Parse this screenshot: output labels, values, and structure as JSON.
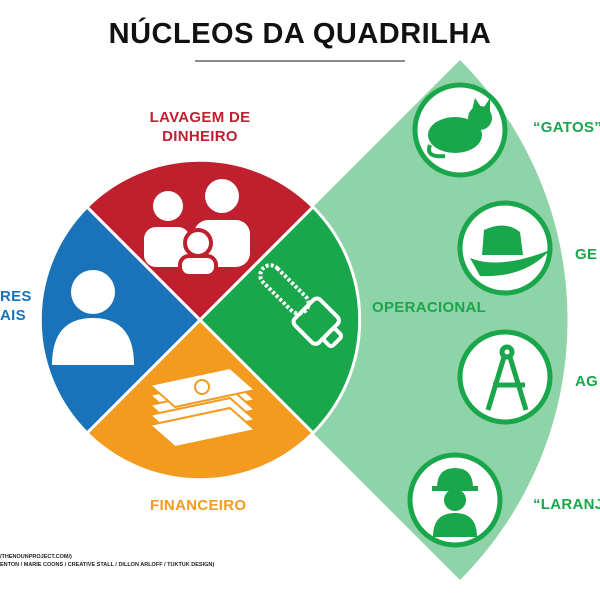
{
  "title": "NÚCLEOS DA QUADRILHA",
  "nuclei": {
    "lavagem": {
      "line1": "LAVAGEM DE",
      "line2": "DINHEIRO",
      "color": "#c0202e"
    },
    "left": {
      "line1": "RES",
      "line2": "AIS",
      "color": "#1a72b9"
    },
    "operacional": {
      "label": "OPERACIONAL",
      "color": "#1aa64a"
    },
    "financeiro": {
      "label": "FINANCEIRO",
      "color": "#f39a1f"
    }
  },
  "operational_roles": [
    {
      "label": "“GATOS”",
      "icon": "cat-icon"
    },
    {
      "label": "GE",
      "icon": "hat-icon"
    },
    {
      "label": "AG",
      "icon": "compass-icon"
    },
    {
      "label": "“LARANJ",
      "icon": "worker-icon"
    }
  ],
  "fan_color": "#8ed4a8",
  "credits": {
    "line1": "/THENOUNPROJECT.COM/)",
    "line2": "ENTON / MARIE COONS / CREATIVE STALL / DILLON ARLOFF / TUKTUK DESIGN)"
  }
}
